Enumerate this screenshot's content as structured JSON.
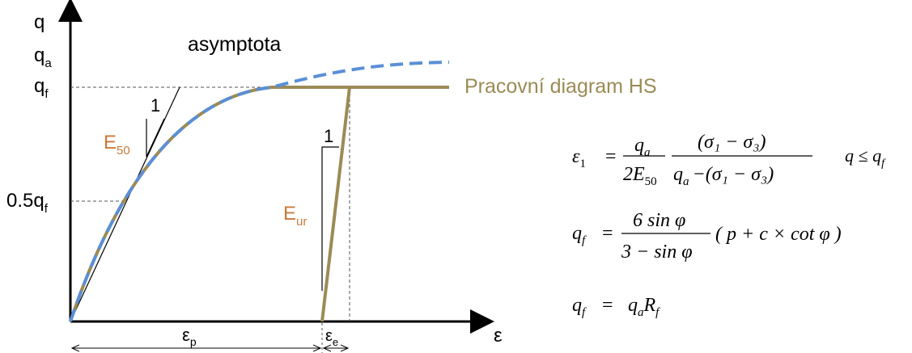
{
  "axes": {
    "y_label": "q",
    "y_qa_main": "q",
    "y_qa_sub": "a",
    "y_qf_main": "q",
    "y_qf_sub": "f",
    "y_half_main": "0.5q",
    "y_half_sub": "f",
    "x_label": "ε"
  },
  "labels": {
    "asymptote": "asymptota",
    "curve_name": "Pracovní diagram HS",
    "e50_main": "E",
    "e50_sub": "50",
    "eur_main": "E",
    "eur_sub": "ur",
    "slope_one_a": "1",
    "slope_one_b": "1",
    "eps_p_main": "ε",
    "eps_p_sub": "p",
    "eps_e_main": "ε",
    "eps_e_sub": "e"
  },
  "equations": {
    "eq1_lhs": "ε",
    "eq1_lhs_sub": "1",
    "eq1_eq": "=",
    "eq1_f1_num": "q",
    "eq1_f1_num_sub": "a",
    "eq1_f1_den": "2E",
    "eq1_f1_den_sub": "50",
    "eq1_f2_num": "(σ₁ − σ₃)",
    "eq1_f2_den_q": "q",
    "eq1_f2_den_q_sub": "a",
    "eq1_f2_den_rest": "−(σ₁ − σ₃)",
    "eq1_cond": "q ≤ q",
    "eq1_cond_sub": "f",
    "eq2_lhs": "q",
    "eq2_lhs_sub": "f",
    "eq2_eq": "=",
    "eq2_num": "6 sin φ",
    "eq2_den": "3 − sin φ",
    "eq2_rest": "( p + c × cot φ )",
    "eq3_lhs": "q",
    "eq3_lhs_sub": "f",
    "eq3_eq": "=",
    "eq3_rhs_q": "q",
    "eq3_rhs_q_sub": "a",
    "eq3_rhs_r": "R",
    "eq3_rhs_r_sub": "f"
  },
  "colors": {
    "curve_olive": "#9b8b55",
    "asymptote_blue": "#5b8fd6",
    "label_orange": "#c87a3a"
  }
}
